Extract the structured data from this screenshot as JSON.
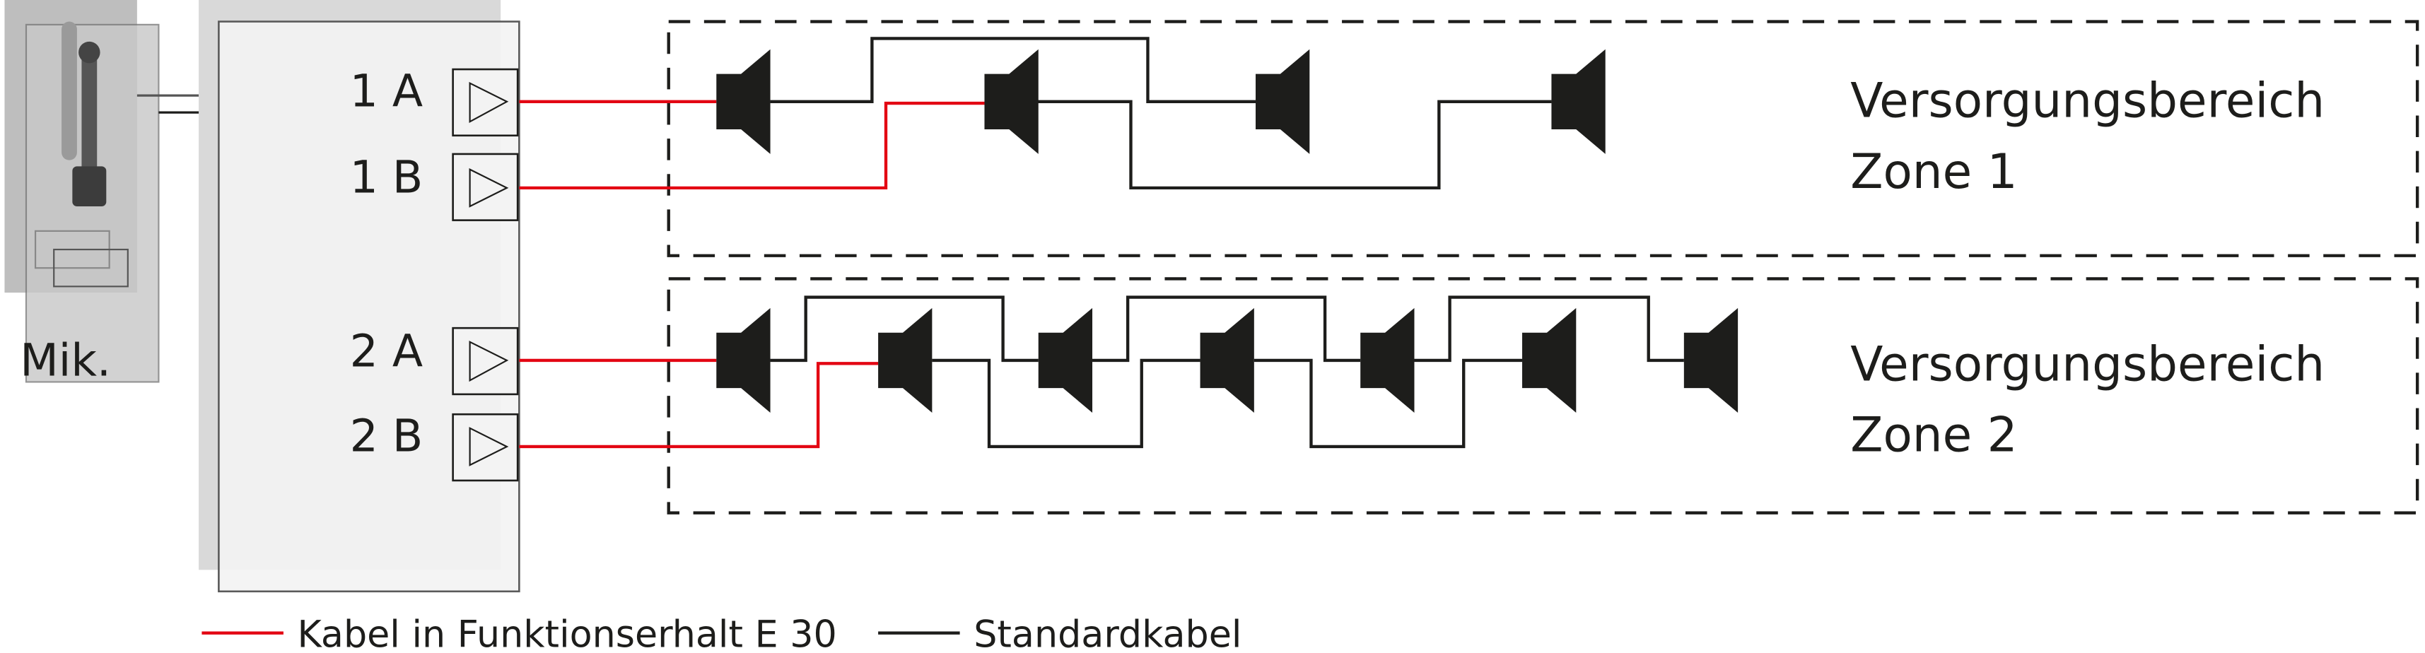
{
  "colors": {
    "fire_cable": "#e30613",
    "standard_cable": "#1d1d1b",
    "amplifier_fill": "#f3f3f3",
    "shadow": "#d9d9d9"
  },
  "microphone": {
    "label": "Mik.",
    "icon": "microphone-icon"
  },
  "amplifier": {
    "outputs": [
      {
        "label": "1 A",
        "icon": "amplifier-triangle-icon",
        "cable": "fire"
      },
      {
        "label": "1 B",
        "icon": "amplifier-triangle-icon",
        "cable": "fire"
      },
      {
        "label": "2 A",
        "icon": "amplifier-triangle-icon",
        "cable": "fire"
      },
      {
        "label": "2 B",
        "icon": "amplifier-triangle-icon",
        "cable": "fire"
      }
    ]
  },
  "zones": [
    {
      "title_line1": "Versorgungsbereich",
      "title_line2": "Zone 1",
      "speaker_count": 4
    },
    {
      "title_line1": "Versorgungsbereich",
      "title_line2": "Zone 2",
      "speaker_count": 7
    }
  ],
  "legend": {
    "fire_cable_label": "Kabel in Funktionserhalt E 30",
    "standard_cable_label": "Standardkabel"
  }
}
